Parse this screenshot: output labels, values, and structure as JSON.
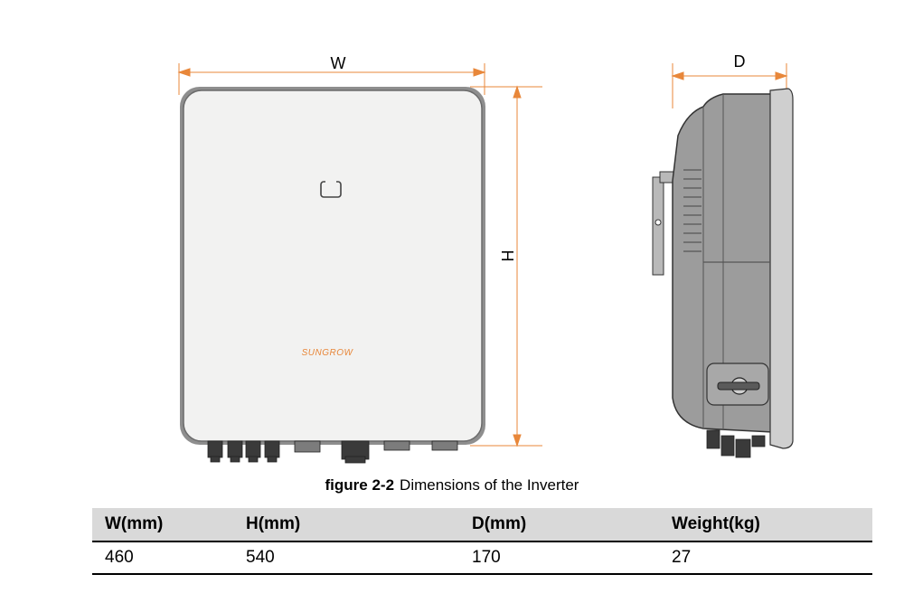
{
  "figure": {
    "dim_w": "W",
    "dim_h": "H",
    "dim_d": "D",
    "brand": "SUNGROW",
    "accent_color": "#e8873a"
  },
  "caption": {
    "label": "figure 2-2",
    "text": "Dimensions of the Inverter"
  },
  "table": {
    "headers": [
      "W(mm)",
      "H(mm)",
      "D(mm)",
      "Weight(kg)"
    ],
    "rows": [
      [
        "460",
        "540",
        "170",
        "27"
      ]
    ]
  }
}
